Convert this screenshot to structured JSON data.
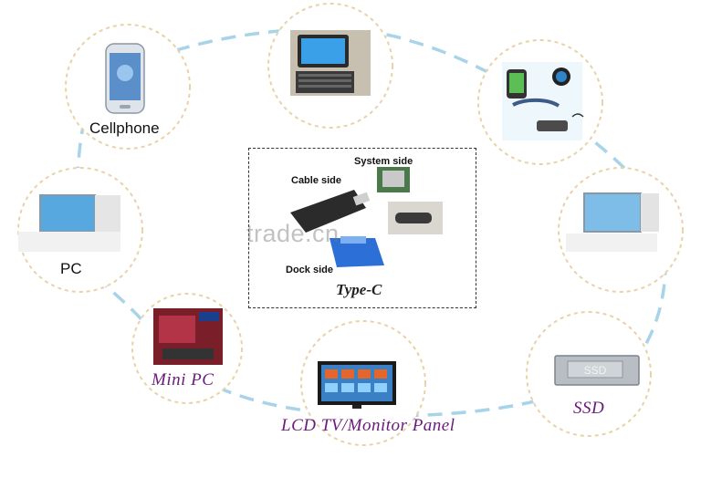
{
  "nodes": {
    "cellphone": {
      "label": "Cellphone"
    },
    "tablet": {
      "label": ""
    },
    "wearables": {
      "label": ""
    },
    "pc": {
      "label": "PC"
    },
    "monitor": {
      "label": ""
    },
    "mini_pc": {
      "label": "Mini PC"
    },
    "lcd_tv": {
      "label": "LCD TV/Monitor Panel"
    },
    "ssd": {
      "label": "SSD",
      "device_text": "SSD"
    }
  },
  "center": {
    "title": "Type-C",
    "system_side": "System side",
    "cable_side": "Cable side",
    "dock_side": "Dock side"
  },
  "watermark": "trade.cn",
  "colors": {
    "ring_dash": "#a9d3e8",
    "circle_dash": "#e8d2a8",
    "italic_label": "#6a1a7a"
  }
}
